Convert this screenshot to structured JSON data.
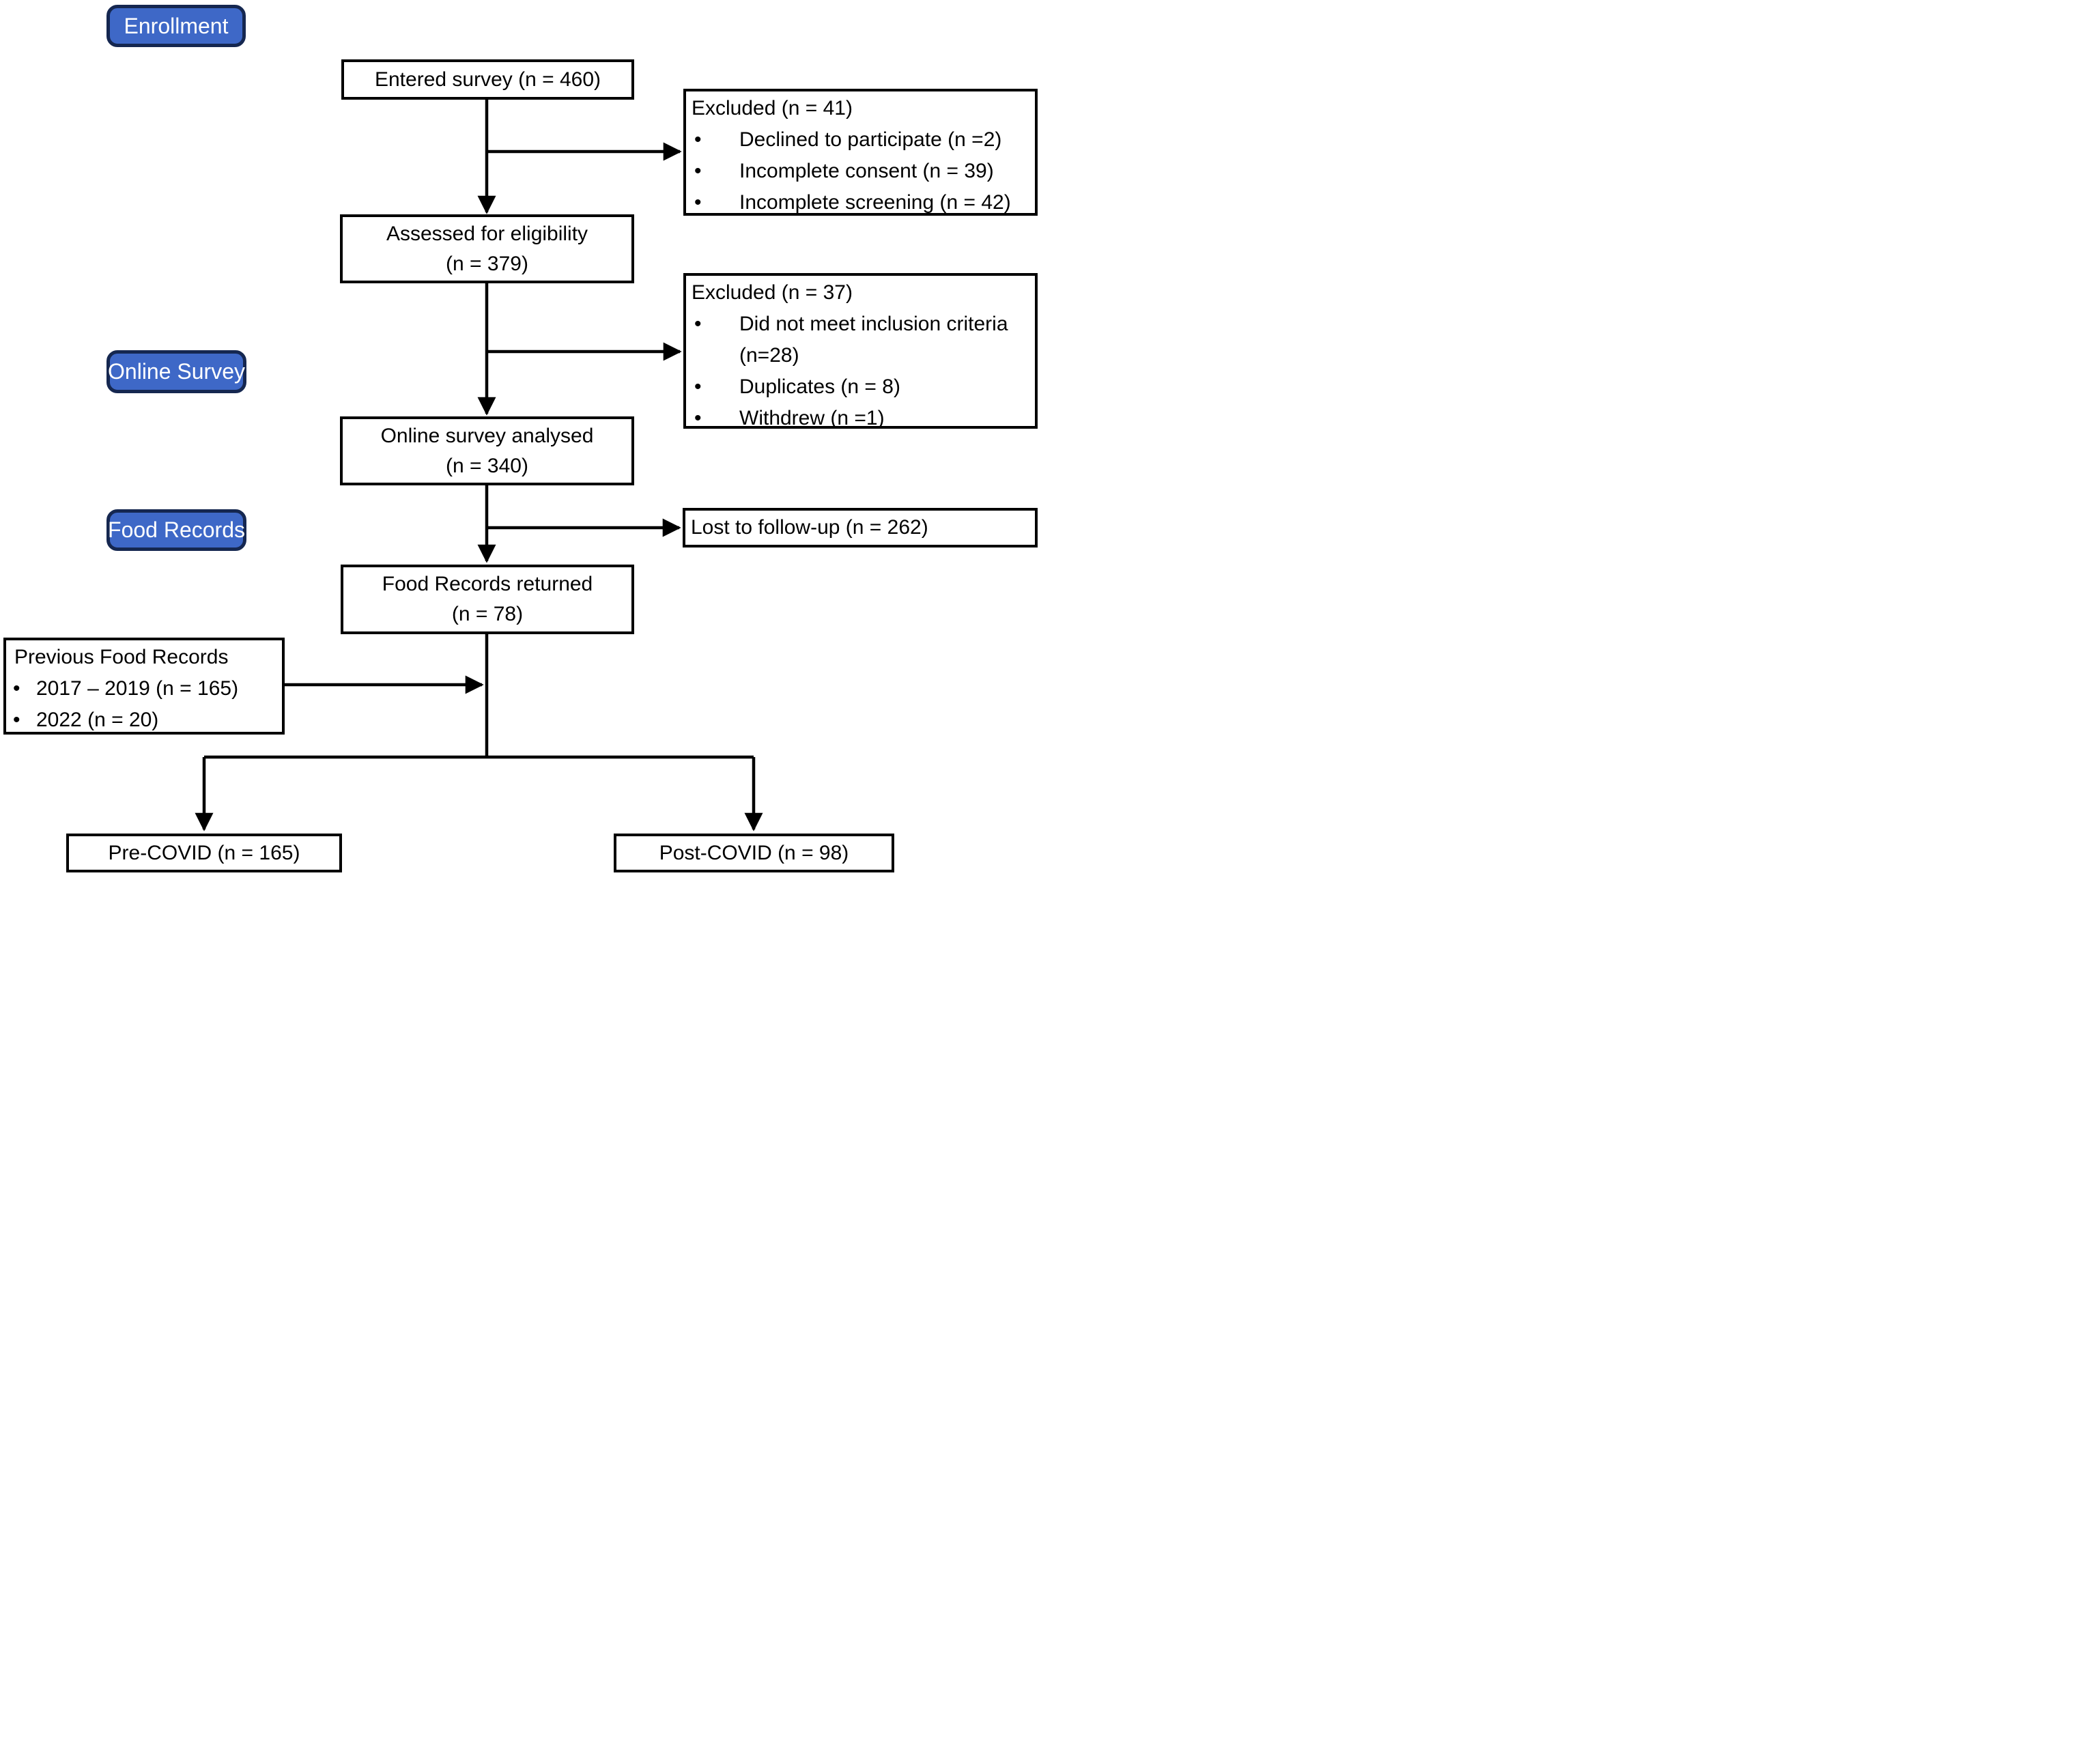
{
  "badges": {
    "enrollment": "Enrollment",
    "online_survey": "Online Survey",
    "food_records": "Food Records"
  },
  "nodes": {
    "entered": {
      "label": "Entered survey (n = 460)"
    },
    "excluded1": {
      "heading": "Excluded (n = 41)",
      "items": [
        "Declined to participate (n =2)",
        "Incomplete consent (n = 39)",
        "Incomplete screening (n = 42)"
      ]
    },
    "assessed": {
      "line1": "Assessed for eligibility",
      "line2": "(n = 379)"
    },
    "excluded2": {
      "heading": "Excluded (n = 37)",
      "items": [
        "Did not meet inclusion criteria (n=28)",
        "Duplicates (n = 8)",
        "Withdrew (n =1)"
      ]
    },
    "analysed": {
      "line1": "Online survey analysed",
      "line2": "(n = 340)"
    },
    "lost": {
      "label": "Lost to follow-up (n = 262)"
    },
    "returned": {
      "line1": "Food Records returned",
      "line2": "(n = 78)"
    },
    "previous": {
      "heading": "Previous Food Records",
      "items": [
        "2017 – 2019 (n = 165)",
        "2022 (n = 20)"
      ]
    },
    "pre_covid": {
      "label": "Pre-COVID (n = 165)"
    },
    "post_covid": {
      "label": "Post-COVID (n = 98)"
    }
  },
  "colors": {
    "badge_fill": "#3E68C7",
    "badge_border": "#152750",
    "badge_text": "#FFFFFF",
    "box_fill": "#FFFFFF",
    "box_border": "#000000",
    "connector": "#000000",
    "background": "#FFFFFF",
    "text": "#000000"
  }
}
